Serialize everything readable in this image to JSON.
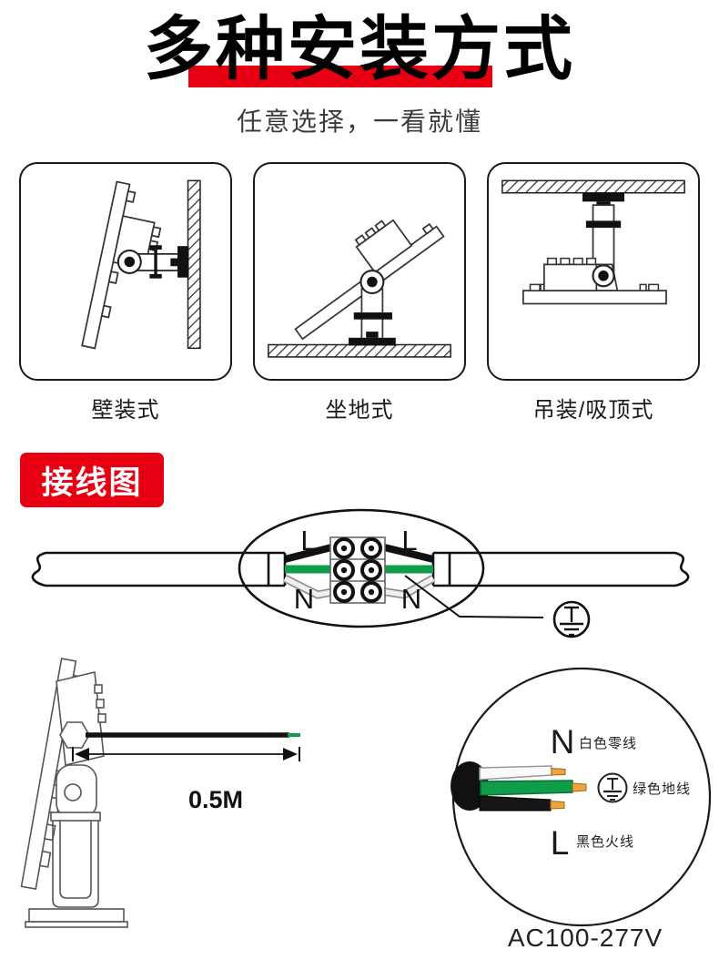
{
  "header": {
    "title": "多种安装方式",
    "subtitle": "任意选择，一看就懂"
  },
  "colors": {
    "accent_red": "#e60012",
    "line_black": "#1a1a1a",
    "wire_green": "#0f9d4a",
    "wire_white": "#f5f5f5",
    "wire_black": "#161616",
    "copper_tip": "#eda33f"
  },
  "mounts": {
    "items": [
      {
        "label": "壁装式",
        "icon": "wall-mount-diagram"
      },
      {
        "label": "坐地式",
        "icon": "floor-mount-diagram"
      },
      {
        "label": "吊装/吸顶式",
        "icon": "ceiling-mount-diagram"
      }
    ]
  },
  "wiring": {
    "badge": "接线图",
    "l_left": "L",
    "l_right": "L",
    "n_left": "N",
    "n_right": "N",
    "ground_icon": "earth-ground-symbol"
  },
  "cable": {
    "length": "0.5M"
  },
  "detail": {
    "n_code": "N",
    "n_label": "白色零线",
    "ground_label": "绿色地线",
    "l_code": "L",
    "l_label": "黑色火线",
    "voltage": "AC100-277V"
  }
}
